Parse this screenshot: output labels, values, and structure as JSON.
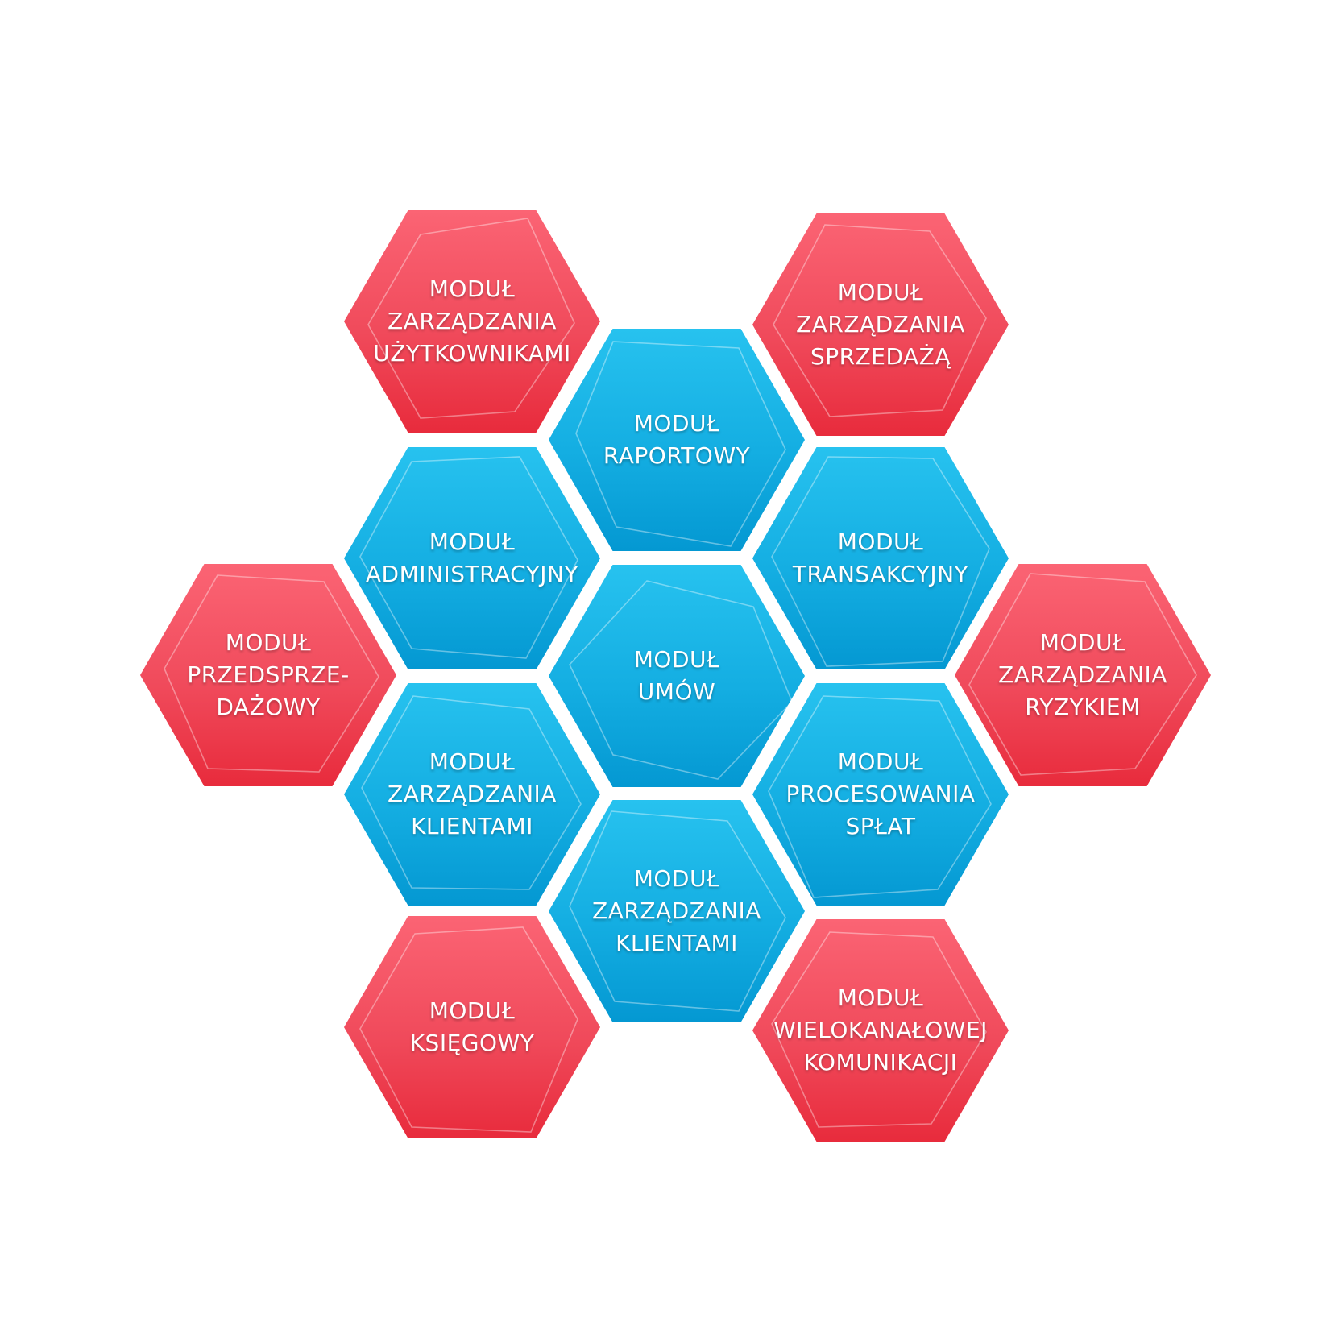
{
  "colors": {
    "red": "#f04a5b",
    "blue": "#14aee2",
    "text": "#ffffff",
    "background": "#ffffff"
  },
  "modules": [
    {
      "id": "uzytkownikami",
      "color": "red",
      "lines": [
        "MODUŁ",
        "ZARZĄDZANIA",
        "UŻYTKOWNIKAMI"
      ]
    },
    {
      "id": "sprzedaza",
      "color": "red",
      "lines": [
        "MODUŁ",
        "ZARZĄDZANIA",
        "SPRZEDAŻĄ"
      ]
    },
    {
      "id": "raportowy",
      "color": "blue",
      "lines": [
        "MODUŁ",
        "RAPORTOWY"
      ]
    },
    {
      "id": "administracyjny",
      "color": "blue",
      "lines": [
        "MODUŁ",
        "ADMINISTRACYJNY"
      ]
    },
    {
      "id": "transakcyjny",
      "color": "blue",
      "lines": [
        "MODUŁ",
        "TRANSAKCYJNY"
      ]
    },
    {
      "id": "przedsprzedazowy",
      "color": "red",
      "lines": [
        "MODUŁ",
        "PRZEDSPRZE-",
        "DAŻOWY"
      ]
    },
    {
      "id": "umow",
      "color": "blue",
      "lines": [
        "MODUŁ",
        "UMÓW"
      ]
    },
    {
      "id": "ryzykiem",
      "color": "red",
      "lines": [
        "MODUŁ",
        "ZARZĄDZANIA",
        "RYZYKIEM"
      ]
    },
    {
      "id": "klientami-left",
      "color": "blue",
      "lines": [
        "MODUŁ",
        "ZARZĄDZANIA",
        "KLIENTAMI"
      ]
    },
    {
      "id": "splat",
      "color": "blue",
      "lines": [
        "MODUŁ",
        "PROCESOWANIA",
        "SPŁAT"
      ]
    },
    {
      "id": "klientami-bottom",
      "color": "blue",
      "lines": [
        "MODUŁ",
        "ZARZĄDZANIA",
        "KLIENTAMI"
      ]
    },
    {
      "id": "ksiegowy",
      "color": "red",
      "lines": [
        "MODUŁ",
        "KSIĘGOWY"
      ]
    },
    {
      "id": "komunikacji",
      "color": "red",
      "lines": [
        "MODUŁ",
        "WIELOKANAŁOWEJ",
        "KOMUNIKACJI"
      ]
    }
  ]
}
